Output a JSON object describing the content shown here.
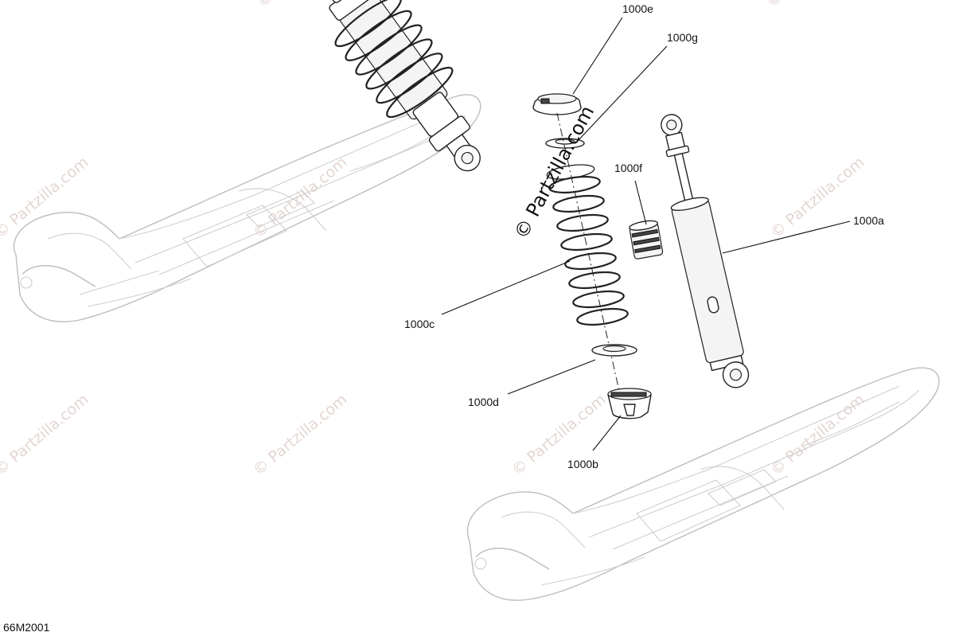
{
  "diagram": {
    "reference_code": "66M2001",
    "watermark_main": "© Partzilla.com",
    "watermark_faint": "© Partzilla.com",
    "callouts": [
      {
        "id": "1000e",
        "label": "1000e",
        "part": "spring-seat-upper"
      },
      {
        "id": "1000g",
        "label": "1000g",
        "part": "washer-upper"
      },
      {
        "id": "1000f",
        "label": "1000f",
        "part": "bumper"
      },
      {
        "id": "1000a",
        "label": "1000a",
        "part": "shock-absorber"
      },
      {
        "id": "1000c",
        "label": "1000c",
        "part": "spring"
      },
      {
        "id": "1000d",
        "label": "1000d",
        "part": "washer-lower"
      },
      {
        "id": "1000b",
        "label": "1000b",
        "part": "spring-seat-lower"
      }
    ]
  }
}
